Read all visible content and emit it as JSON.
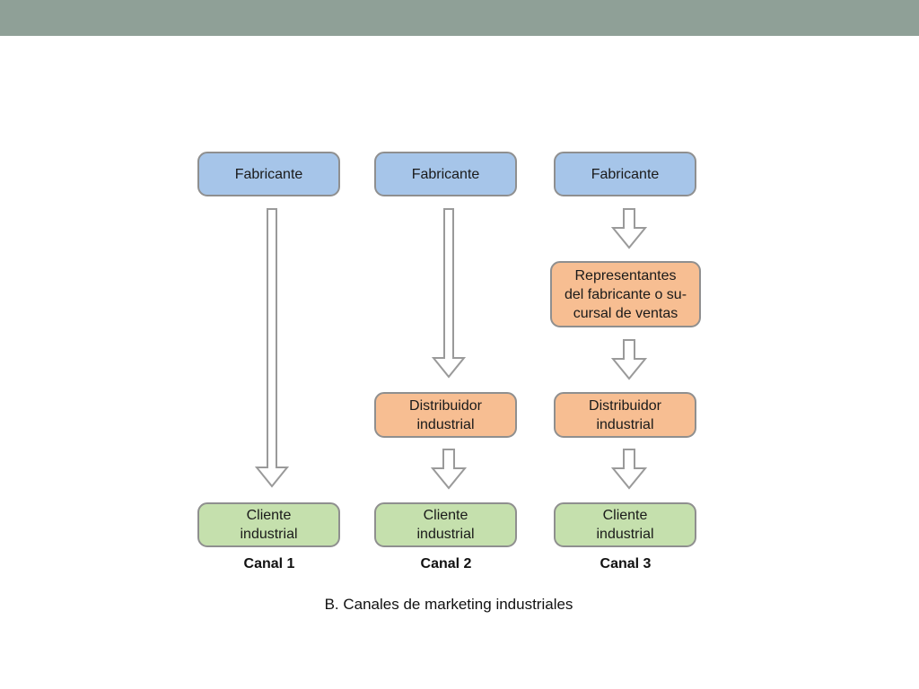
{
  "colors": {
    "top_bar": "#8fa097",
    "manufacturer": "#a6c5e9",
    "intermediary": "#f7be92",
    "customer": "#c5e0ad",
    "border": "#8f8f8f",
    "arrow_outline": "#9a9a9a"
  },
  "channels": [
    {
      "label": "Canal 1",
      "nodes": [
        {
          "text": "Fabricante",
          "type": "manufacturer"
        },
        {
          "text": "Cliente\nindustrial",
          "type": "customer"
        }
      ]
    },
    {
      "label": "Canal 2",
      "nodes": [
        {
          "text": "Fabricante",
          "type": "manufacturer"
        },
        {
          "text": "Distribuidor\nindustrial",
          "type": "intermediary"
        },
        {
          "text": "Cliente\nindustrial",
          "type": "customer"
        }
      ]
    },
    {
      "label": "Canal 3",
      "nodes": [
        {
          "text": "Fabricante",
          "type": "manufacturer"
        },
        {
          "text": "Representantes\ndel fabricante o su-\ncursal de ventas",
          "type": "intermediary"
        },
        {
          "text": "Distribuidor\nindustrial",
          "type": "intermediary"
        },
        {
          "text": "Cliente\nindustrial",
          "type": "customer"
        }
      ]
    }
  ],
  "caption": "B. Canales de marketing industriales"
}
